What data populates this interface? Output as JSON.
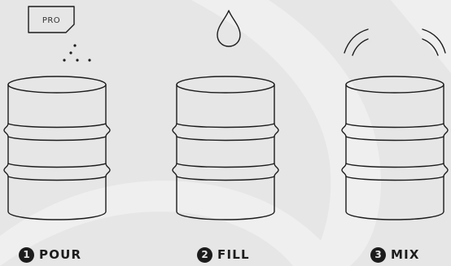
{
  "pro_label": "PRO",
  "steps": [
    {
      "number": "1",
      "label": "POUR",
      "icon": "pro-pack-pour-icon"
    },
    {
      "number": "2",
      "label": "FILL",
      "icon": "water-drop-icon"
    },
    {
      "number": "3",
      "label": "MIX",
      "icon": "mixing-motion-icon"
    }
  ],
  "colors": {
    "background": "#e6e6e6",
    "background_swoosh": "#f0f0f0",
    "line": "#1c1c1c"
  }
}
